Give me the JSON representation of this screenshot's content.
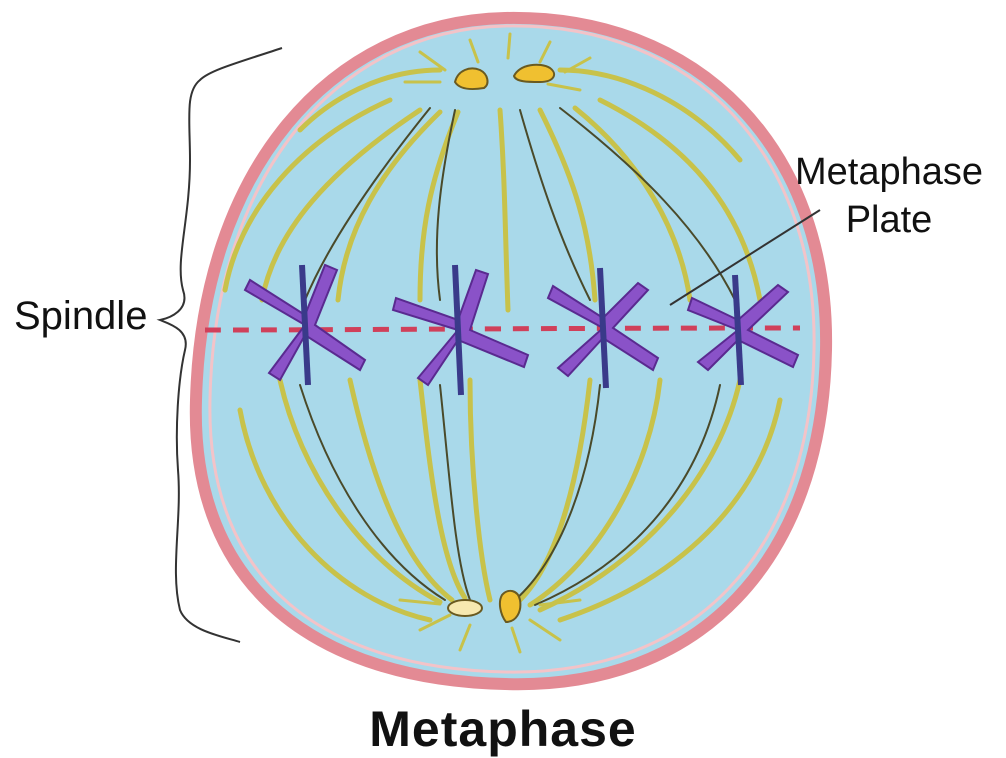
{
  "diagram": {
    "caption": "Metaphase",
    "labels": {
      "spindle": "Spindle",
      "metaphase_plate_line1": "Metaphase",
      "metaphase_plate_line2": "Plate"
    },
    "colors": {
      "cell_membrane": "#e38a94",
      "cytoplasm": "#a9d9ea",
      "spindle_fibers": "#c8c24a",
      "spindle_fibers_dark": "#4a4a2a",
      "chromosomes": "#8a52c8",
      "centromeres": "#3a3a8a",
      "metaphase_plate_dashes": "#d0405a",
      "centrosomes": "#f0c030"
    },
    "chromosome_count": 4
  }
}
